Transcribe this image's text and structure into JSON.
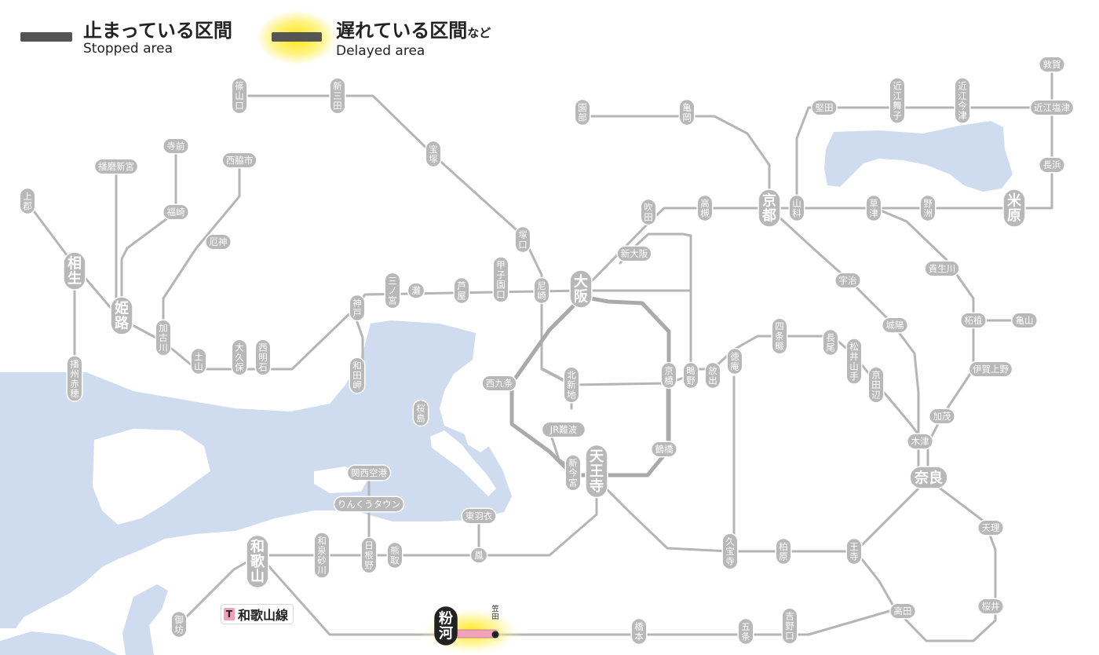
{
  "legend": {
    "stopped_jp": "止まっている区間",
    "stopped_en": "Stopped area",
    "delayed_jp": "遅れている区間",
    "delayed_suffix": "など",
    "delayed_en": "Delayed area",
    "stopped_color": "#555555",
    "delayed_color": "#555555",
    "glow_color": "#ffe600"
  },
  "line_tag": {
    "code": "T",
    "name": "和歌山線",
    "color": "#f2a0b8"
  },
  "delayed_segment": {
    "from": "粉河",
    "to": "笠田"
  },
  "stations": [
    {
      "id": "sasayamaguchi",
      "name": "篠山口"
    },
    {
      "id": "shinsanda",
      "name": "新三田"
    },
    {
      "id": "takarazuka",
      "name": "宝塚"
    },
    {
      "id": "tsukaguchi",
      "name": "塚口"
    },
    {
      "id": "amagasaki",
      "name": "尼崎"
    },
    {
      "id": "osaka",
      "name": "大阪"
    },
    {
      "id": "shinosaka",
      "name": "新大阪"
    },
    {
      "id": "suita",
      "name": "吹田"
    },
    {
      "id": "takatsuki",
      "name": "高槻"
    },
    {
      "id": "kyoto",
      "name": "京都"
    },
    {
      "id": "yamashina",
      "name": "山科"
    },
    {
      "id": "kusatsu",
      "name": "草津"
    },
    {
      "id": "yasu",
      "name": "野洲"
    },
    {
      "id": "maibara",
      "name": "米原"
    },
    {
      "id": "nagahama",
      "name": "長浜"
    },
    {
      "id": "tsuruga",
      "name": "敦賀"
    },
    {
      "id": "omishiotsu",
      "name": "近江塩津"
    },
    {
      "id": "omiimazu",
      "name": "近江今津"
    },
    {
      "id": "omimaiko",
      "name": "近江舞子"
    },
    {
      "id": "katata",
      "name": "堅田"
    },
    {
      "id": "sonobe",
      "name": "園部"
    },
    {
      "id": "kameoka",
      "name": "亀岡"
    },
    {
      "id": "kakogawa",
      "name": "加古川"
    },
    {
      "id": "himeji",
      "name": "姫路"
    },
    {
      "id": "aioi",
      "name": "相生"
    },
    {
      "id": "kamigori",
      "name": "上郡"
    },
    {
      "id": "bansyuako",
      "name": "播州赤穂"
    },
    {
      "id": "harimashingu",
      "name": "播磨新宮"
    },
    {
      "id": "teramae",
      "name": "寺前"
    },
    {
      "id": "fukusaki",
      "name": "福崎"
    },
    {
      "id": "nishiwakishi",
      "name": "西脇市"
    },
    {
      "id": "yakujin",
      "name": "厄神"
    },
    {
      "id": "tsuchiyama",
      "name": "土山"
    },
    {
      "id": "okubo",
      "name": "大久保"
    },
    {
      "id": "nishiakashi",
      "name": "西明石"
    },
    {
      "id": "kobe",
      "name": "神戸"
    },
    {
      "id": "wadamisaki",
      "name": "和田岬"
    },
    {
      "id": "sannomiya",
      "name": "三ノ宮"
    },
    {
      "id": "nada",
      "name": "灘"
    },
    {
      "id": "ashiya",
      "name": "芦屋"
    },
    {
      "id": "koshienguchi",
      "name": "甲子園口"
    },
    {
      "id": "kitashinchi",
      "name": "北新地"
    },
    {
      "id": "nishikujo",
      "name": "西九条"
    },
    {
      "id": "sakurajima",
      "name": "桜島"
    },
    {
      "id": "kyobashi",
      "name": "京橋"
    },
    {
      "id": "shigino",
      "name": "鴫野"
    },
    {
      "id": "hanaten",
      "name": "放出"
    },
    {
      "id": "tsuruhashi",
      "name": "鶴橋"
    },
    {
      "id": "jrnanba",
      "name": "JR難波"
    },
    {
      "id": "shinimamiya",
      "name": "新今宮"
    },
    {
      "id": "tennoji",
      "name": "天王寺"
    },
    {
      "id": "tokuan",
      "name": "徳庵"
    },
    {
      "id": "shijonawate",
      "name": "四条畷"
    },
    {
      "id": "nagao",
      "name": "長尾"
    },
    {
      "id": "matsuiyamate",
      "name": "松井山手"
    },
    {
      "id": "kyotanabe",
      "name": "京田辺"
    },
    {
      "id": "uji",
      "name": "宇治"
    },
    {
      "id": "joyo",
      "name": "城陽"
    },
    {
      "id": "kizu",
      "name": "木津"
    },
    {
      "id": "kamo",
      "name": "加茂"
    },
    {
      "id": "nara",
      "name": "奈良"
    },
    {
      "id": "kibukawa",
      "name": "貴生川"
    },
    {
      "id": "tsuge",
      "name": "柘植"
    },
    {
      "id": "kameyama",
      "name": "亀山"
    },
    {
      "id": "igaueno",
      "name": "伊賀上野"
    },
    {
      "id": "tenri",
      "name": "天理"
    },
    {
      "id": "sakurai",
      "name": "桜井"
    },
    {
      "id": "takada",
      "name": "高田"
    },
    {
      "id": "oji",
      "name": "王寺"
    },
    {
      "id": "kashiwara",
      "name": "柏原"
    },
    {
      "id": "kyuhoji",
      "name": "久宝寺"
    },
    {
      "id": "kansaiairport",
      "name": "関西空港"
    },
    {
      "id": "rinkutown",
      "name": "りんくうタウン"
    },
    {
      "id": "higashihagoromo",
      "name": "東羽衣"
    },
    {
      "id": "otori",
      "name": "鳳"
    },
    {
      "id": "hineno",
      "name": "日根野"
    },
    {
      "id": "kumatori",
      "name": "熊取"
    },
    {
      "id": "izumisunagawa",
      "name": "和泉砂川"
    },
    {
      "id": "wakayama",
      "name": "和歌山"
    },
    {
      "id": "gobo",
      "name": "御坊"
    },
    {
      "id": "kokawa",
      "name": "粉河"
    },
    {
      "id": "kaseda",
      "name": "笠田"
    },
    {
      "id": "hashimoto",
      "name": "橋本"
    },
    {
      "id": "gojo",
      "name": "五条"
    },
    {
      "id": "yoshinoguchi",
      "name": "吉野口"
    }
  ]
}
